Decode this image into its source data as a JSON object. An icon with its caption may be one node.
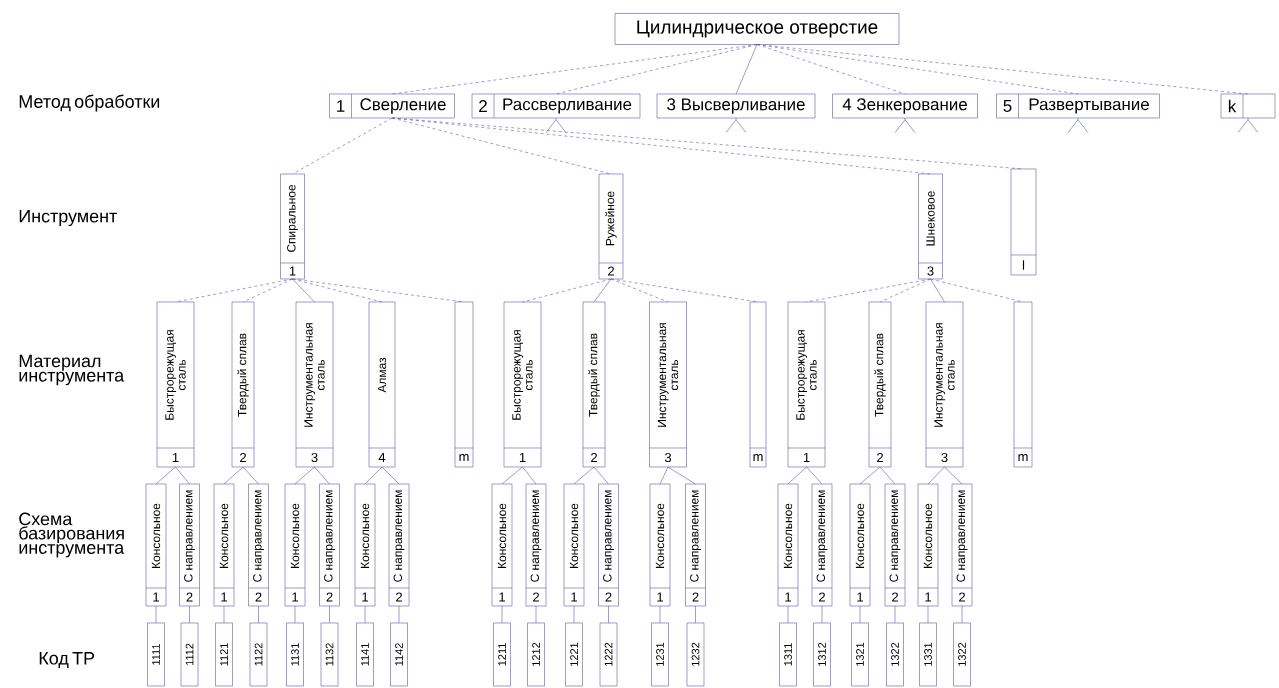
{
  "diagram": {
    "nodes": [
      {
        "text": [
          "Цилиндрическое отверстие"
        ]
      },
      {
        "text": [
          "1",
          "Сверление"
        ]
      },
      {
        "text": [
          "2",
          "Рассверливание"
        ]
      },
      {
        "text": [
          "3 Высверливание"
        ]
      },
      {
        "text": [
          "4 Зенкерование"
        ]
      },
      {
        "text": [
          "5",
          "Развертывание"
        ]
      },
      {
        "text": [
          "k"
        ]
      },
      {
        "text": [
          "Спиральное",
          "1"
        ]
      },
      {
        "text": [
          "Ружейное",
          "2"
        ]
      },
      {
        "text": [
          "Шнековое",
          "3"
        ]
      },
      {
        "text": [
          "l"
        ]
      },
      {
        "text": [
          "Быстрорежущая сталь",
          "1"
        ]
      },
      {
        "text": [
          "Твердый сплав",
          "2"
        ]
      },
      {
        "text": [
          "Инструментальная сталь",
          "3"
        ]
      },
      {
        "text": [
          "Алмаз",
          "4"
        ]
      },
      {
        "text": [
          "m"
        ]
      },
      {
        "text": [
          "Быстрорежущая сталь",
          "1"
        ]
      },
      {
        "text": [
          "Твердый сплав",
          "2"
        ]
      },
      {
        "text": [
          "Инструментальная сталь",
          "3"
        ]
      },
      {
        "text": [
          "m"
        ]
      },
      {
        "text": [
          "Быстрорежущая сталь",
          "1"
        ]
      },
      {
        "text": [
          "Твердый сплав",
          "2"
        ]
      },
      {
        "text": [
          "Инструментальная сталь",
          "3"
        ]
      },
      {
        "text": [
          "m"
        ]
      },
      {
        "text": [
          "Консольное",
          "1"
        ]
      },
      {
        "text": [
          "С направлением",
          "2"
        ]
      },
      {
        "text": [
          "Консольное",
          "1"
        ]
      },
      {
        "text": [
          "С направлением",
          "2"
        ]
      },
      {
        "text": [
          "Консольное",
          "1"
        ]
      },
      {
        "text": [
          "С направлением",
          "2"
        ]
      },
      {
        "text": [
          "Консольное",
          "1"
        ]
      },
      {
        "text": [
          "С направлением",
          "2"
        ]
      },
      {
        "text": [
          "Консольное",
          "1"
        ]
      },
      {
        "text": [
          "С направлением",
          "2"
        ]
      },
      {
        "text": [
          "Консольное",
          "1"
        ]
      },
      {
        "text": [
          "С направлением",
          "2"
        ]
      },
      {
        "text": [
          "Консольное",
          "1"
        ]
      },
      {
        "text": [
          "С направлением",
          "2"
        ]
      },
      {
        "text": [
          "Консольное",
          "1"
        ]
      },
      {
        "text": [
          "С направлением",
          "2"
        ]
      },
      {
        "text": [
          "Консольное",
          "1"
        ]
      },
      {
        "text": [
          "С направлением",
          "2"
        ]
      },
      {
        "text": [
          "Консольное",
          "1"
        ]
      },
      {
        "text": [
          "С направлением",
          "2"
        ]
      },
      {
        "text": [
          "1111"
        ]
      },
      {
        "text": [
          "1112"
        ]
      },
      {
        "text": [
          "1121"
        ]
      },
      {
        "text": [
          "1122"
        ]
      },
      {
        "text": [
          "1131"
        ]
      },
      {
        "text": [
          "1132"
        ]
      },
      {
        "text": [
          "1141"
        ]
      },
      {
        "text": [
          "1142"
        ]
      },
      {
        "text": [
          "1211"
        ]
      },
      {
        "text": [
          "1212"
        ]
      },
      {
        "text": [
          "1221"
        ]
      },
      {
        "text": [
          "1222"
        ]
      },
      {
        "text": [
          "1231"
        ]
      },
      {
        "text": [
          "1232"
        ]
      },
      {
        "text": [
          "1311"
        ]
      },
      {
        "text": [
          "1312"
        ]
      },
      {
        "text": [
          "1321"
        ]
      },
      {
        "text": [
          "1322"
        ]
      },
      {
        "text": [
          "1331"
        ]
      },
      {
        "text": [
          "1322"
        ]
      }
    ],
    "edges": [
      {
        "from": 0,
        "to": 1,
        "arrow": "none",
        "style": "dashed"
      },
      {
        "from": 0,
        "to": 2,
        "arrow": "none",
        "style": "dashed"
      },
      {
        "from": 0,
        "to": 3,
        "arrow": "none"
      },
      {
        "from": 0,
        "to": 4,
        "arrow": "none",
        "style": "dashed"
      },
      {
        "from": 0,
        "to": 5,
        "arrow": "none",
        "style": "dashed"
      },
      {
        "from": 0,
        "to": 6,
        "arrow": "none",
        "style": "dashed"
      },
      {
        "from": null,
        "to": 2,
        "arrow": "to"
      },
      {
        "from": null,
        "to": 3,
        "arrow": "to"
      },
      {
        "from": null,
        "to": 4,
        "arrow": "to"
      },
      {
        "from": null,
        "to": 5,
        "arrow": "to"
      },
      {
        "from": null,
        "to": 6,
        "arrow": "to"
      },
      {
        "from": 1,
        "to": 7,
        "arrow": "none",
        "style": "dashed"
      },
      {
        "from": 1,
        "to": 8,
        "arrow": "none",
        "style": "dashed"
      },
      {
        "from": 1,
        "to": 9,
        "arrow": "none",
        "style": "dashed"
      },
      {
        "from": 1,
        "to": 10,
        "arrow": "none",
        "style": "dashed"
      },
      {
        "from": 7,
        "to": 11,
        "arrow": "none",
        "style": "dashed"
      },
      {
        "from": 7,
        "to": 12,
        "arrow": "none",
        "style": "dashed"
      },
      {
        "from": 7,
        "to": 13,
        "arrow": "none"
      },
      {
        "from": 7,
        "to": 14,
        "arrow": "none",
        "style": "dashed"
      },
      {
        "from": 7,
        "to": 15,
        "arrow": "none",
        "style": "dashed"
      },
      {
        "from": 8,
        "to": 16,
        "arrow": "none",
        "style": "dashed"
      },
      {
        "from": 8,
        "to": 17,
        "arrow": "none"
      },
      {
        "from": 8,
        "to": 18,
        "arrow": "none",
        "style": "dashed"
      },
      {
        "from": 8,
        "to": 19,
        "arrow": "none",
        "style": "dashed"
      },
      {
        "from": 9,
        "to": 20,
        "arrow": "none",
        "style": "dashed"
      },
      {
        "from": 9,
        "to": 21,
        "arrow": "none",
        "style": "dashed"
      },
      {
        "from": 9,
        "to": 22,
        "arrow": "none"
      },
      {
        "from": 9,
        "to": 23,
        "arrow": "none",
        "style": "dashed"
      },
      {
        "from": 11,
        "to": 24,
        "arrow": "none"
      },
      {
        "from": 11,
        "to": 25,
        "arrow": "none"
      },
      {
        "from": 12,
        "to": 26,
        "arrow": "none"
      },
      {
        "from": 12,
        "to": 27,
        "arrow": "none"
      },
      {
        "from": 13,
        "to": 28,
        "arrow": "none"
      },
      {
        "from": 13,
        "to": 29,
        "arrow": "none"
      },
      {
        "from": 14,
        "to": 30,
        "arrow": "none"
      },
      {
        "from": 14,
        "to": 31,
        "arrow": "none"
      },
      {
        "from": 16,
        "to": 32,
        "arrow": "none"
      },
      {
        "from": 16,
        "to": 33,
        "arrow": "none"
      },
      {
        "from": 17,
        "to": 34,
        "arrow": "none"
      },
      {
        "from": 17,
        "to": 35,
        "arrow": "none"
      },
      {
        "from": 18,
        "to": 36,
        "arrow": "none"
      },
      {
        "from": 18,
        "to": 37,
        "arrow": "none"
      },
      {
        "from": 20,
        "to": 38,
        "arrow": "none"
      },
      {
        "from": 20,
        "to": 39,
        "arrow": "none"
      },
      {
        "from": 21,
        "to": 40,
        "arrow": "none"
      },
      {
        "from": 21,
        "to": 41,
        "arrow": "none"
      },
      {
        "from": 22,
        "to": 42,
        "arrow": "none"
      },
      {
        "from": 22,
        "to": 43,
        "arrow": "none"
      },
      {
        "from": 24,
        "to": 44,
        "arrow": "none"
      },
      {
        "from": 25,
        "to": 45,
        "arrow": "none"
      },
      {
        "from": 26,
        "to": 46,
        "arrow": "none"
      },
      {
        "from": 27,
        "to": 47,
        "arrow": "none"
      },
      {
        "from": 28,
        "to": 48,
        "arrow": "none"
      },
      {
        "from": 29,
        "to": 49,
        "arrow": "none"
      },
      {
        "from": 30,
        "to": 50,
        "arrow": "none"
      },
      {
        "from": 31,
        "to": 51,
        "arrow": "none"
      },
      {
        "from": 32,
        "to": 52,
        "arrow": "none"
      },
      {
        "from": 33,
        "to": 53,
        "arrow": "none"
      },
      {
        "from": 34,
        "to": 54,
        "arrow": "none"
      },
      {
        "from": 35,
        "to": 55,
        "arrow": "none"
      },
      {
        "from": 36,
        "to": 56,
        "arrow": "none"
      },
      {
        "from": 37,
        "to": 57,
        "arrow": "none"
      },
      {
        "from": 38,
        "to": 58,
        "arrow": "none"
      },
      {
        "from": 39,
        "to": 59,
        "arrow": "none"
      },
      {
        "from": 40,
        "to": 60,
        "arrow": "none"
      },
      {
        "from": 41,
        "to": 61,
        "arrow": "none"
      },
      {
        "from": 42,
        "to": 62,
        "arrow": "none"
      },
      {
        "from": 43,
        "to": 63,
        "arrow": "none"
      }
    ],
    "labels": [
      "Метод обработки",
      "Инструмент",
      "Материал инструмента",
      "Схема базирования инструмента",
      "Код ТР"
    ]
  }
}
